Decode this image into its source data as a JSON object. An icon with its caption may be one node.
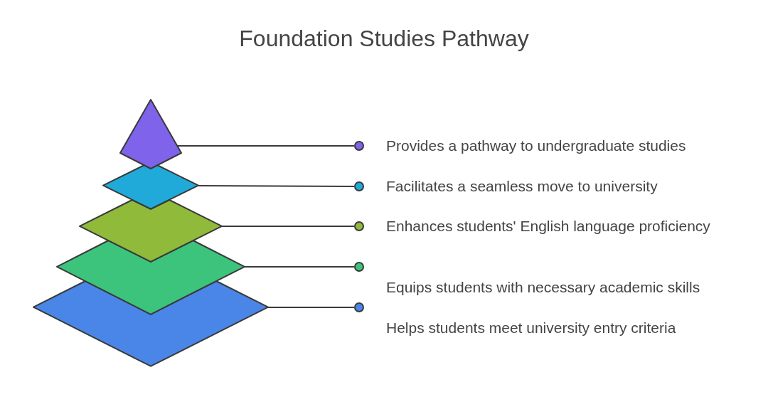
{
  "diagram": {
    "title": "Foundation Studies Pathway",
    "nodes": [
      {
        "text": [],
        "shape": "triangle"
      },
      {
        "text": [],
        "shape": "diamond"
      },
      {
        "text": [],
        "shape": "diamond"
      },
      {
        "text": [],
        "shape": "diamond"
      },
      {
        "text": [],
        "shape": "diamond"
      },
      {
        "text": [],
        "shape": "circle",
        "beside": [
          "Provides a pathway to undergraduate studies"
        ]
      },
      {
        "text": [],
        "shape": "circle",
        "beside": [
          "Facilitates a seamless move to university"
        ]
      },
      {
        "text": [],
        "shape": "circle",
        "beside": [
          "Enhances students' English language proficiency"
        ]
      },
      {
        "text": [],
        "shape": "circle",
        "beside": [
          "Equips students with necessary academic skills"
        ]
      },
      {
        "text": [],
        "shape": "circle",
        "beside": [
          "Helps students meet university entry criteria"
        ]
      }
    ],
    "edges": [
      {
        "from": 0,
        "to": 5,
        "arrow": "none"
      },
      {
        "from": 1,
        "to": 6,
        "arrow": "none"
      },
      {
        "from": 2,
        "to": 7,
        "arrow": "none"
      },
      {
        "from": 3,
        "to": 8,
        "arrow": "none"
      },
      {
        "from": 4,
        "to": 9,
        "arrow": "none"
      }
    ]
  }
}
